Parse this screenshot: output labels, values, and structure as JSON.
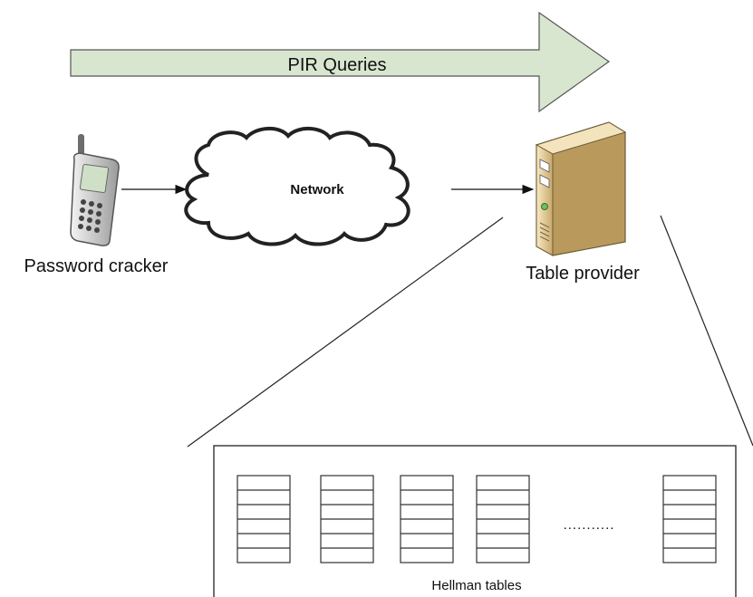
{
  "banner": {
    "text": "PIR Queries"
  },
  "nodes": {
    "client": {
      "label": "Password cracker",
      "icon": "mobile-phone-icon"
    },
    "network": {
      "label": "Network",
      "icon": "cloud-icon"
    },
    "server": {
      "label": "Table provider",
      "icon": "server-tower-icon"
    }
  },
  "tables": {
    "caption": "Hellman tables",
    "count_drawn": 5,
    "rows_per_table": 6,
    "ellipsis": "..........."
  },
  "colors": {
    "arrow_fill": "#d8e6cf",
    "stroke": "#4a4a4a",
    "server_body": "#e9d7a8"
  }
}
